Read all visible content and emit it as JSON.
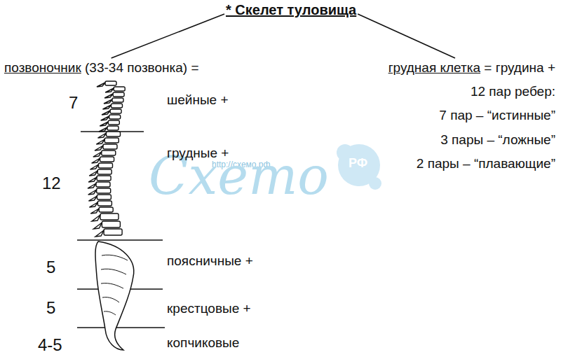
{
  "diagram": {
    "title": "* Скелет туловища",
    "nodes": [
      {
        "text": [
          "* Скелет туловища"
        ]
      },
      {
        "text": [
          "позвоночник",
          "(33-34 позвонка) ="
        ]
      },
      {
        "text": [
          "грудная клетка",
          "= грудина +"
        ]
      }
    ],
    "edges": [
      {
        "from": 0,
        "to": 1,
        "arrow": "none"
      },
      {
        "from": 0,
        "to": 2,
        "arrow": "none"
      }
    ],
    "labels": [
      "7",
      "12",
      "5",
      "5",
      "4-5",
      "шейные +",
      "грудные +",
      "поясничные +",
      "крестцовые +",
      "копчиковые",
      "12 пар ребер:",
      "7 пар – “истинные”",
      "3 пары – “ложные”",
      "2 пары – “плавающие”",
      "http://схемо.рф",
      "Схето",
      "РФ"
    ]
  }
}
